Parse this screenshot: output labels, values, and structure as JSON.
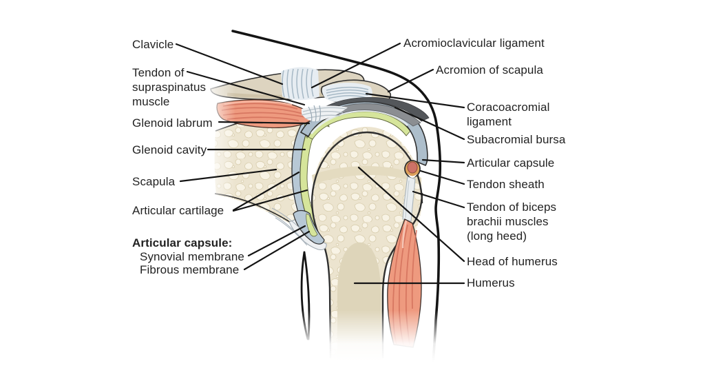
{
  "figure": {
    "description": "Anatomical cross-section diagram of the shoulder (glenohumeral) joint with labeled structures"
  },
  "labels": {
    "clavicle": "Clavicle",
    "tendon_supraspinatus": "Tendon of supraspinatus muscle",
    "glenoid_labrum": "Glenoid labrum",
    "glenoid_cavity": "Glenoid cavity",
    "scapula": "Scapula",
    "articular_cartilage": "Articular cartilage",
    "articular_capsule_heading": "Articular capsule:",
    "synovial_membrane": "Synovial membrane",
    "fibrous_membrane": "Fibrous membrane",
    "acromioclavicular_ligament": "Acromioclavicular ligament",
    "acromion_of_scapula": "Acromion of scapula",
    "coracoacromial_ligament": "Coracoacromial ligament",
    "subacromial_bursa": "Subacromial bursa",
    "articular_capsule": "Articular capsule",
    "tendon_sheath": "Tendon sheath",
    "tendon_biceps": "Tendon of biceps brachii muscles (long heed)",
    "head_of_humerus": "Head of humerus",
    "humerus": "Humerus"
  },
  "colors": {
    "bone_fill": "#ece4cf",
    "bone_speckle": "#f8f3e5",
    "bone_tan": "#ddd4c0",
    "bone_smooth": "#e4dbc0",
    "cartilage_green": "#d6e59b",
    "synovial_blue": "#b7c8d5",
    "capsule_blue": "#adbecb",
    "muscle_red": "#ee9a7f",
    "muscle_fiber": "#d4715c",
    "bursa_dark": "#54575b",
    "bursa_light": "#8b8e92",
    "sheath_orange": "#dda05a",
    "sheath_inner": "#cd7267",
    "ligament_fiber": "#a6b8c5",
    "outline": "#2f2f2f",
    "leader_line": "#141414",
    "text": "#222222"
  }
}
